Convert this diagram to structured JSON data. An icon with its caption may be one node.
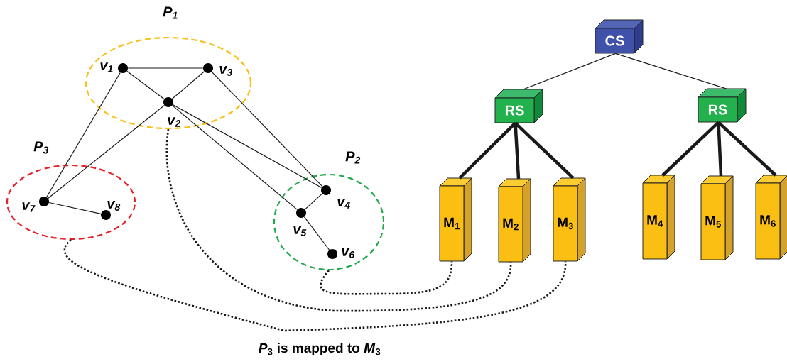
{
  "diagram": {
    "nodes": [
      {
        "text": [
          "P$_{1}$"
        ]
      },
      {
        "text": [
          "v$_{1}$"
        ],
        "in": 0
      },
      {
        "text": [
          "v$_{2}$"
        ],
        "in": 0
      },
      {
        "text": [
          "v$_{3}$"
        ],
        "in": 0
      },
      {
        "text": [
          "P$_{2}$"
        ]
      },
      {
        "text": [
          "v$_{4}$"
        ],
        "in": 4
      },
      {
        "text": [
          "v$_{5}$"
        ],
        "in": 4
      },
      {
        "text": [
          "v$_{6}$"
        ],
        "in": 4
      },
      {
        "text": [
          "P$_{3}$"
        ]
      },
      {
        "text": [
          "v$_{7}$"
        ],
        "in": 8
      },
      {
        "text": [
          "v$_{8}$"
        ],
        "in": 8
      },
      {
        "text": [
          "CS"
        ]
      },
      {
        "text": [
          "RS"
        ]
      },
      {
        "text": [
          "RS"
        ]
      },
      {
        "text": [
          "M$_{1}$"
        ]
      },
      {
        "text": [
          "M$_{2}$"
        ]
      },
      {
        "text": [
          "M$_{3}$"
        ]
      },
      {
        "text": [
          "M$_{4}$"
        ]
      },
      {
        "text": [
          "M$_{5}$"
        ]
      },
      {
        "text": [
          "M$_{6}$"
        ]
      }
    ],
    "edges": [
      {
        "from": 1,
        "to": 3,
        "arrow": "none"
      },
      {
        "from": 1,
        "to": 2,
        "arrow": "none"
      },
      {
        "from": 3,
        "to": 2,
        "arrow": "none"
      },
      {
        "from": 1,
        "to": 9,
        "arrow": "none"
      },
      {
        "from": 2,
        "to": 9,
        "arrow": "none"
      },
      {
        "from": 3,
        "to": 5,
        "arrow": "none"
      },
      {
        "from": 2,
        "to": 5,
        "arrow": "none"
      },
      {
        "from": 2,
        "to": 6,
        "arrow": "none"
      },
      {
        "from": 5,
        "to": 6,
        "arrow": "none"
      },
      {
        "from": 6,
        "to": 7,
        "arrow": "none"
      },
      {
        "from": 9,
        "to": 10,
        "arrow": "none"
      },
      {
        "from": 11,
        "to": 12,
        "arrow": "none"
      },
      {
        "from": 11,
        "to": 13,
        "arrow": "none"
      },
      {
        "from": 12,
        "to": 14,
        "arrow": "none",
        "style": "thick"
      },
      {
        "from": 12,
        "to": 15,
        "arrow": "none",
        "style": "thick"
      },
      {
        "from": 12,
        "to": 16,
        "arrow": "none",
        "style": "thick"
      },
      {
        "from": 13,
        "to": 17,
        "arrow": "none",
        "style": "thick"
      },
      {
        "from": 13,
        "to": 18,
        "arrow": "none",
        "style": "thick"
      },
      {
        "from": 13,
        "to": 19,
        "arrow": "none",
        "style": "thick"
      },
      {
        "from": 4,
        "to": 14,
        "arrow": "none",
        "style": "dashed"
      },
      {
        "from": 0,
        "to": 15,
        "arrow": "none",
        "style": "dashed"
      },
      {
        "from": 8,
        "to": 16,
        "arrow": "none",
        "style": "dashed"
      }
    ],
    "labels": [
      "*P*$_{3}$ is mapped to *M*$_{3}$"
    ]
  }
}
